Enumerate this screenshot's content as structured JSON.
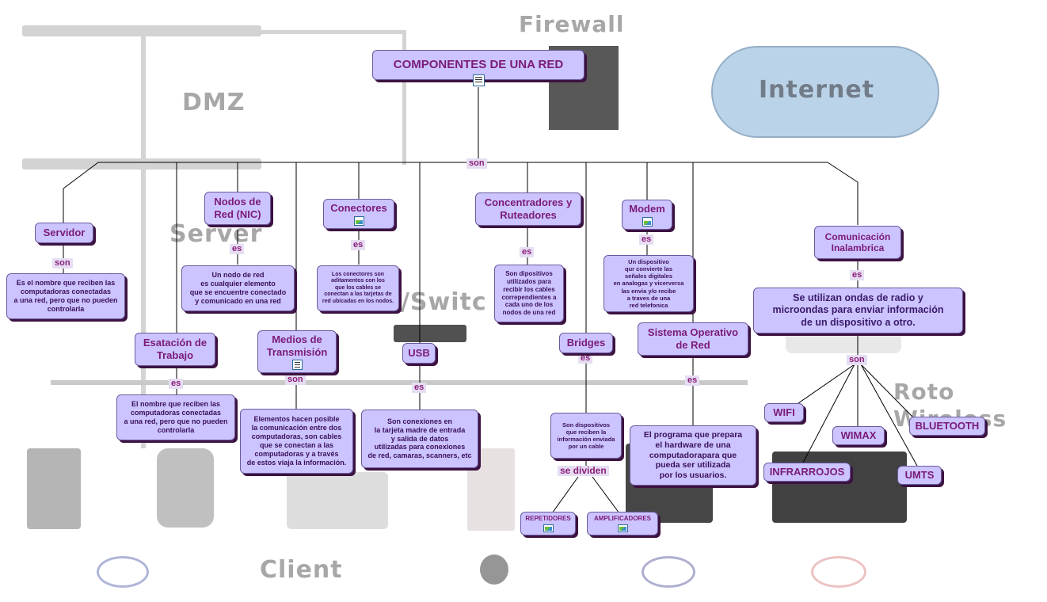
{
  "colors": {
    "node_fill": "#ccc4ff",
    "node_text": "#7a1a78",
    "shadow": "#3c1240",
    "line": "#000000"
  },
  "background": {
    "firewall": "Firewall",
    "internet": "Internet",
    "dmz": "DMZ",
    "server": "Server",
    "switch": "\\/Switc",
    "client": "Client",
    "wireless": "Roto\nWireless"
  },
  "root": {
    "label": "COMPONENTES DE UNA RED",
    "icon": "document-icon"
  },
  "link_labels": {
    "son_main": "son",
    "servidor": "son",
    "nodos": "es",
    "conectores": "es",
    "concentradores": "es",
    "modem": "es",
    "comunicacion": "es",
    "estacion": "es",
    "medios": "son",
    "usb": "es",
    "bridges": "es",
    "sistema": "es",
    "bridges_dividen": "se dividen",
    "comunicacion_son": "son"
  },
  "concepts": {
    "servidor": "Servidor",
    "nodos": "Nodos de\nRed (NIC)",
    "conectores": "Conectores",
    "concentradores": "Concentradores y\nRuteadores",
    "modem": "Modem",
    "comunicacion": "Comunicación\nInalambrica",
    "estacion": "Esatación de\nTrabajo",
    "medios": "Medios de\nTransmisión",
    "usb": "USB",
    "bridges": "Bridges",
    "sistema": "Sistema Operativo\nde Red",
    "wifi": "WIFI",
    "wimax": "WIMAX",
    "bluetooth": "BLUETOOTH",
    "infrarrojos": "INFRARROJOS",
    "umts": "UMTS",
    "repetidores": "REPETIDORES",
    "amplificadores": "AMPLIFICADORES"
  },
  "descriptions": {
    "servidor": "Es el nombre que reciben las\ncomputadoras conectadas\na una red, pero que no pueden\ncontrolarla",
    "nodos": "Un nodo de red\nes cualquier elemento\nque se encuentre conectado\ny comunicado en una red",
    "conectores": "Los conectores son\naditamentos con los\nque los cables se\nconectan a las tarjetas de\nred ubicadas en los nodos.",
    "concentradores": "Son dipositivos\nutilizados para\nrecibir los cables\ncorrependientes a\ncada uno de los\nnodos de una red",
    "modem": "Un dispositivo\nqur convierte las\nseñales digitales\nen analogas y vicerversa\nlas envia y/o recibe\na traves de una\nred telefonica",
    "comunicacion": "Se utilizan ondas de radio y\nmicroondas para enviar información\nde un dispositivo a otro.",
    "estacion": "El nombre que reciben las\ncomputadoras conectadas\na una red, pero que no pueden\ncontrolarla",
    "medios": "Elementos hacen posible\nla comunicación entre dos\ncomputadoras, son cables\nque se conectan a las\ncomputadoras y a través\nde estos viaja la información.",
    "usb": "Son conexiones en\nla tarjeta madre de entrada\ny salida de datos\nutilizadas para conexiones\nde red, camaras, scanners, etc",
    "bridges": "Son dispositivos\nque reciben la\ninformación enviada\npor un cable",
    "sistema": "El programa que prepara\nel hardware de una\ncomputadorapara que\npueda ser utilizada\npor los usuarios."
  }
}
